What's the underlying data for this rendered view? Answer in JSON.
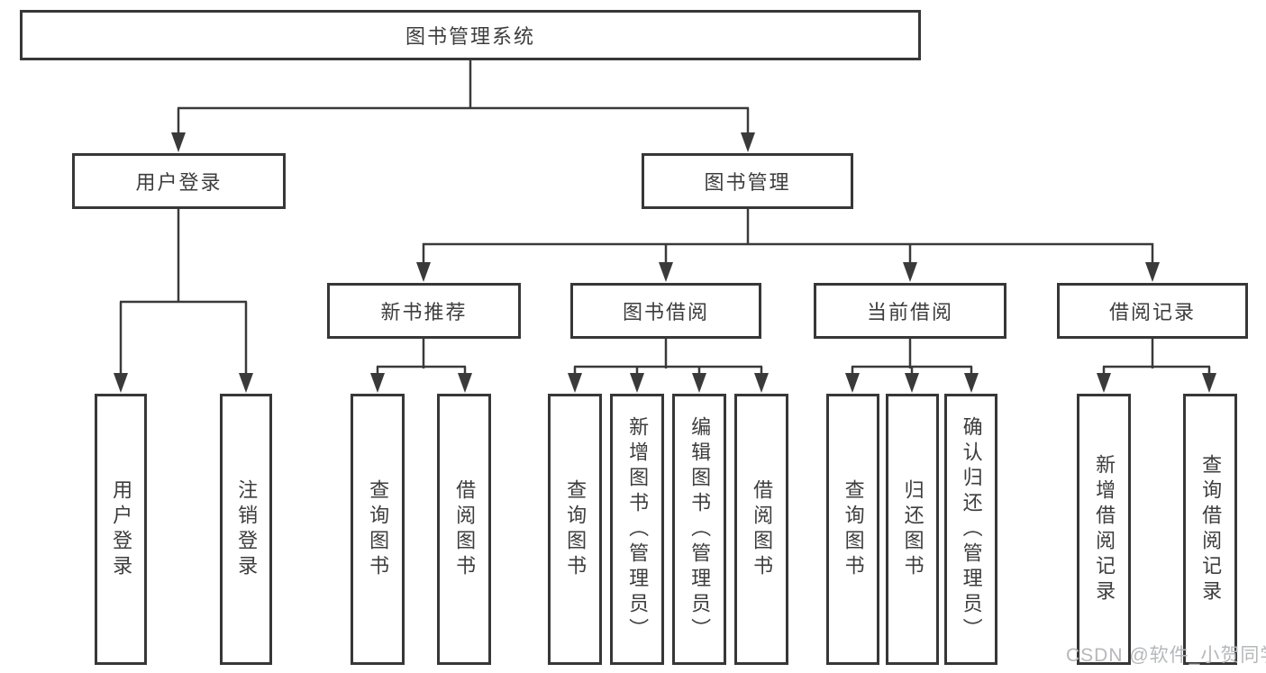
{
  "diagram": {
    "title": "图书管理系统",
    "type": "function-structure-tree",
    "colors": {
      "line": "#3a3a3a",
      "box_border": "#373737",
      "text": "#3d3d3d",
      "background": "#ffffff",
      "watermark": "#b5b8bb"
    },
    "tree": {
      "label": "图书管理系统",
      "children": [
        {
          "label": "用户登录",
          "children": [
            {
              "label": "用户登录"
            },
            {
              "label": "注销登录"
            }
          ]
        },
        {
          "label": "图书管理",
          "children": [
            {
              "label": "新书推荐",
              "children": [
                {
                  "label": "查询图书"
                },
                {
                  "label": "借阅图书"
                }
              ]
            },
            {
              "label": "图书借阅",
              "children": [
                {
                  "label": "查询图书"
                },
                {
                  "label": "新增图书（管理员）"
                },
                {
                  "label": "编辑图书（管理员）"
                },
                {
                  "label": "借阅图书"
                }
              ]
            },
            {
              "label": "当前借阅",
              "children": [
                {
                  "label": "查询图书"
                },
                {
                  "label": "归还图书"
                },
                {
                  "label": "确认归还（管理员）"
                }
              ]
            },
            {
              "label": "借阅记录",
              "children": [
                {
                  "label": "新增借阅记录"
                },
                {
                  "label": "查询借阅记录"
                }
              ]
            }
          ]
        }
      ]
    },
    "watermark": {
      "text": "CSDN @软件_小贺同学"
    }
  }
}
